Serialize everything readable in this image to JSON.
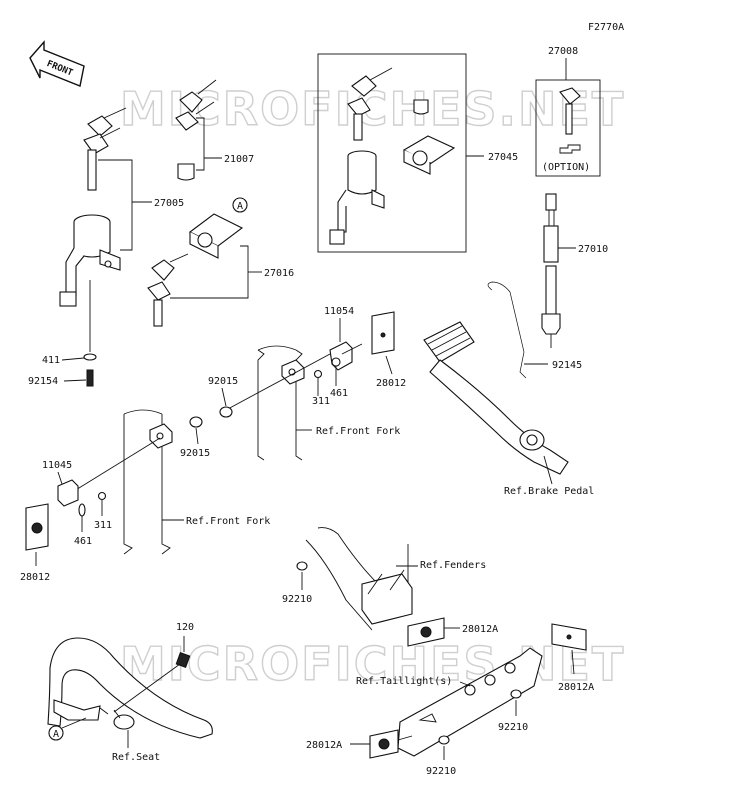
{
  "figure_code": "F2770A",
  "front_arrow": "FRONT",
  "watermark": "MICROFICHES.NET",
  "option_note": "(OPTION)",
  "callout_letter": "A",
  "labels": {
    "p27008": "27008",
    "p21007": "21007",
    "p27005": "27005",
    "p27045": "27045",
    "p27016": "27016",
    "p27010": "27010",
    "p11054": "11054",
    "p92145": "92145",
    "p411": "411",
    "p92154": "92154",
    "p92015a": "92015",
    "p28012a": "28012",
    "p311a": "311",
    "p461a": "461",
    "ref_front_fork_a": "Ref.Front Fork",
    "p92015b": "92015",
    "p11045": "11045",
    "p311b": "311",
    "p461b": "461",
    "ref_front_fork_b": "Ref.Front Fork",
    "p28012b": "28012",
    "ref_brake_pedal": "Ref.Brake Pedal",
    "ref_fenders": "Ref.Fenders",
    "p92210a": "92210",
    "p28012Aa": "28012A",
    "p120": "120",
    "ref_taillights": "Ref.Taillight(s)",
    "p28012Ab": "28012A",
    "p92210b": "92210",
    "p28012Ac": "28012A",
    "p92210c": "92210",
    "ref_seat": "Ref.Seat"
  }
}
